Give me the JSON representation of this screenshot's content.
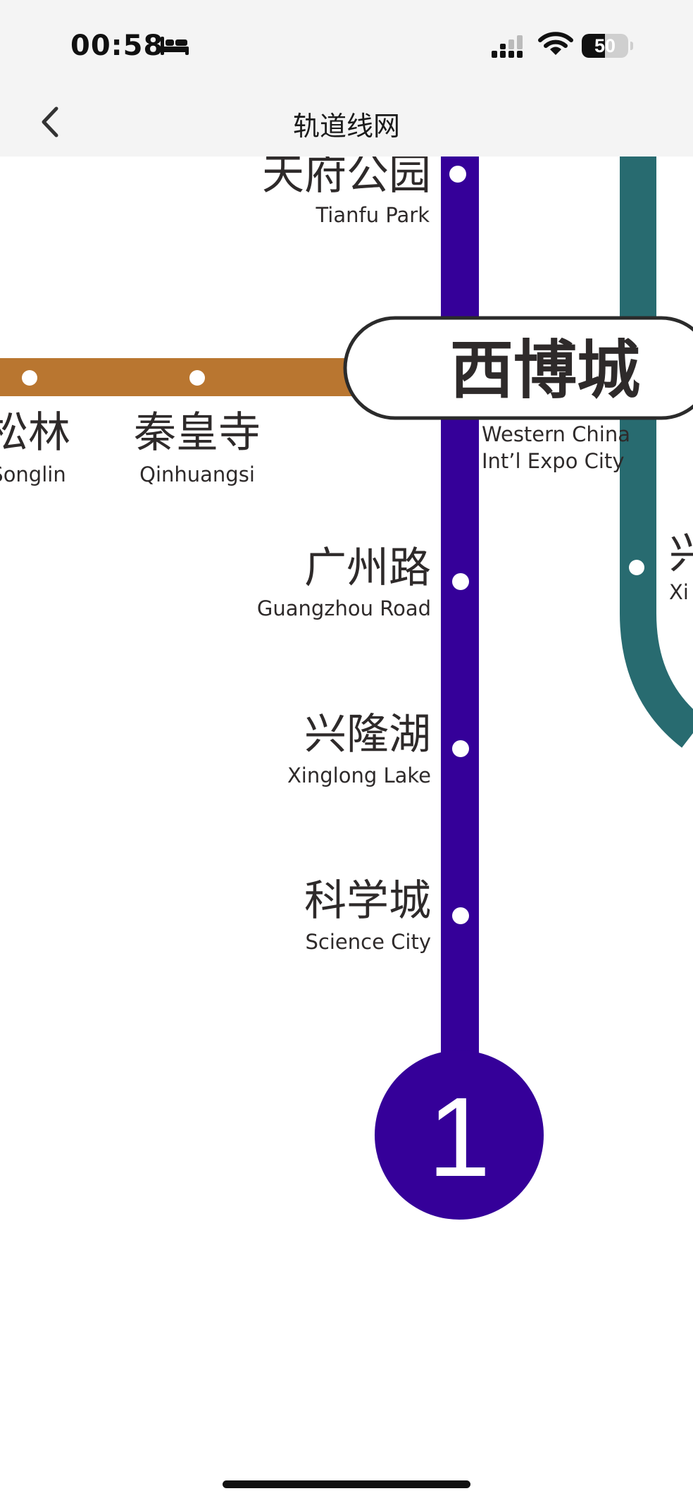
{
  "status_bar": {
    "time": "00:58",
    "battery": "50",
    "battery_level_percent": 50,
    "icons": [
      "bed-icon",
      "cellular-signal-icon",
      "wifi-icon",
      "battery-icon"
    ]
  },
  "nav": {
    "title": "轨道线网",
    "back_icon": "chevron-left-icon"
  },
  "colors": {
    "line_1": "#350099",
    "orange_line": "#b97630",
    "teal_line": "#286b70",
    "text": "#2e2a2a"
  },
  "map": {
    "line_badge": "1",
    "interchange_station": {
      "zh": "西博城",
      "en_line1": "Western China",
      "en_line2": "Int’l Expo City"
    },
    "stations": [
      {
        "zh": "天府公园",
        "en": "Tianfu Park"
      },
      {
        "zh": "广州路",
        "en": "Guangzhou Road"
      },
      {
        "zh": "兴隆湖",
        "en": "Xinglong Lake"
      },
      {
        "zh": "科学城",
        "en": "Science City"
      }
    ],
    "orange_line_stations": [
      {
        "zh": "松林",
        "en": "Songlin"
      },
      {
        "zh": "秦皇寺",
        "en": "Qinhuangsi"
      }
    ],
    "teal_line_partial_station": {
      "zh": "兴",
      "en": "Xi"
    }
  }
}
